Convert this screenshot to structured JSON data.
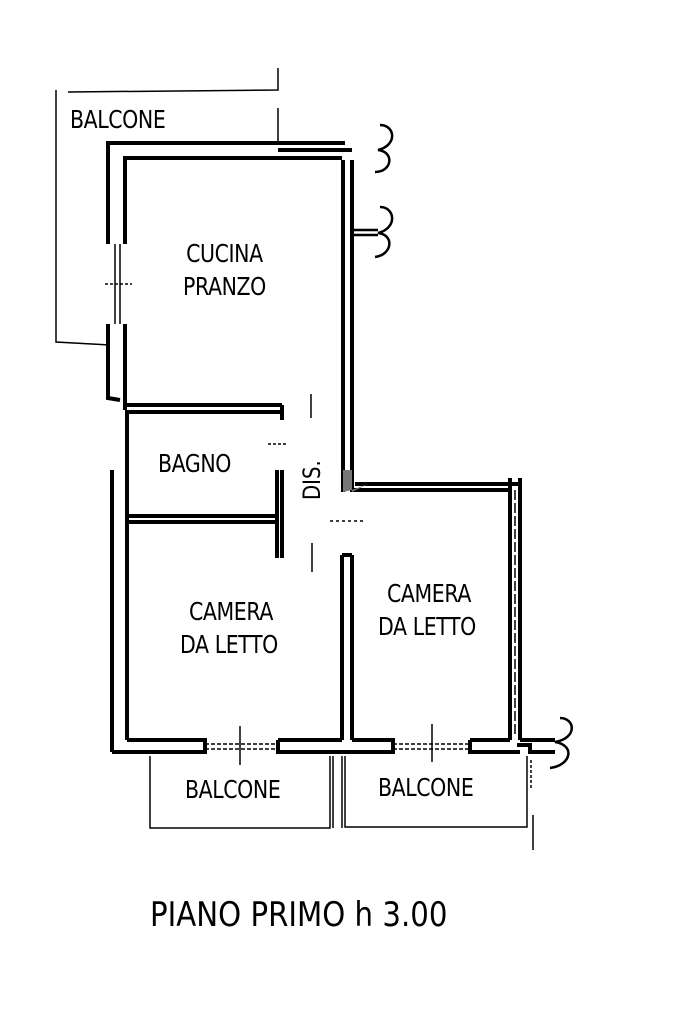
{
  "plan": {
    "title": "PIANO PRIMO h 3.00",
    "rooms": [
      {
        "id": "balcone_top",
        "label": "BALCONE"
      },
      {
        "id": "cucina",
        "line1": "CUCINA",
        "line2": "PRANZO"
      },
      {
        "id": "bagno",
        "label": "BAGNO"
      },
      {
        "id": "disimpegno",
        "label": "DIS."
      },
      {
        "id": "camera_left",
        "line1": "CAMERA",
        "line2": "DA LETTO"
      },
      {
        "id": "camera_right",
        "line1": "CAMERA",
        "line2": "DA LETTO"
      },
      {
        "id": "balcone_bottom_left",
        "label": "BALCONE"
      },
      {
        "id": "balcone_bottom_right",
        "label": "BALCONE"
      }
    ],
    "colors": {
      "wall": "#000000",
      "background": "#ffffff",
      "hatch": "#777777"
    }
  }
}
